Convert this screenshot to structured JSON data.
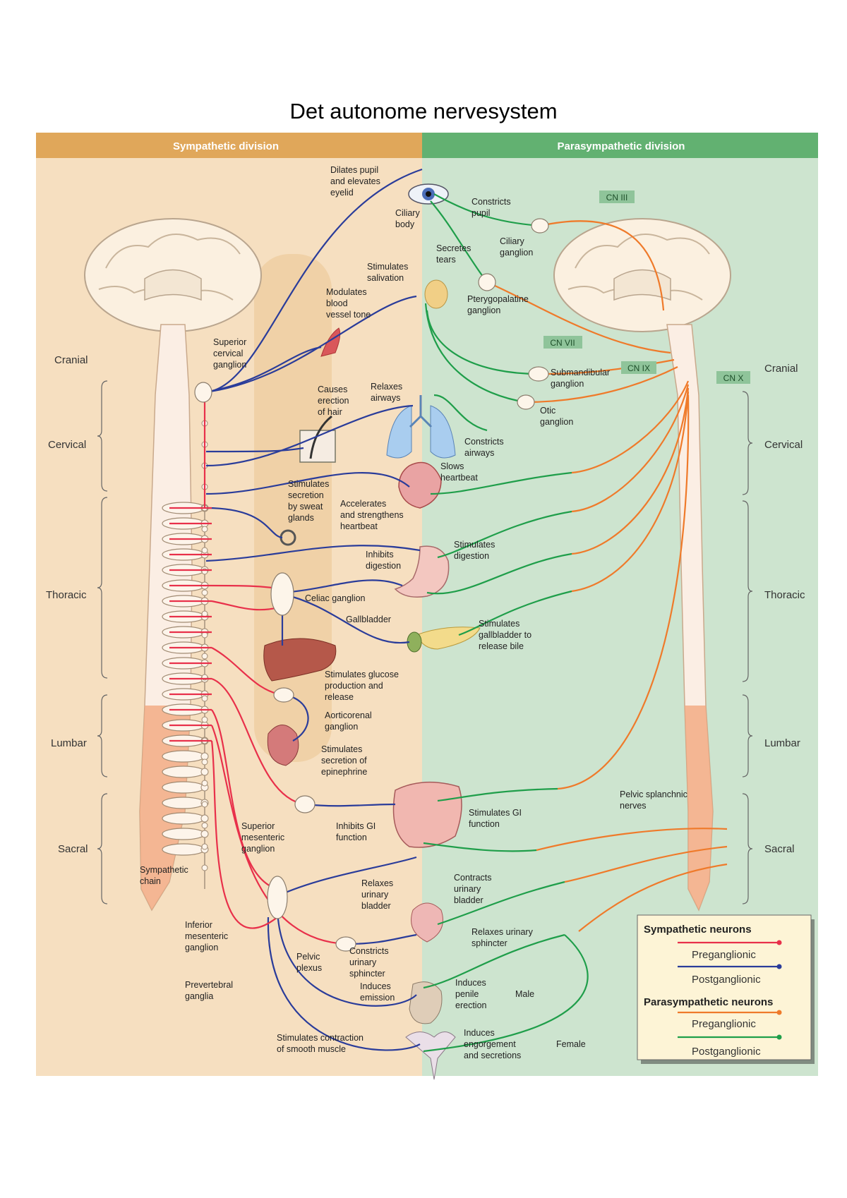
{
  "title": "Det autonome nervesystem",
  "headers": {
    "sympathetic": "Sympathetic division",
    "parasympathetic": "Parasympathetic division"
  },
  "colors": {
    "sympathetic_bg": "#f6dfc0",
    "parasympathetic_bg": "#cde4cf",
    "sympathetic_header": "#e0a75a",
    "parasympathetic_header": "#62b171",
    "sym_pre": "#e8304a",
    "sym_post": "#2a3c9a",
    "para_pre": "#ef7a2a",
    "para_post": "#1f9e4a"
  },
  "regions_left": [
    "Cranial",
    "Cervical",
    "Thoracic",
    "Lumbar",
    "Sacral"
  ],
  "regions_right": [
    "Cranial",
    "Cervical",
    "Thoracic",
    "Lumbar",
    "Sacral"
  ],
  "cranial_nerves": [
    "CN III",
    "CN VII",
    "CN IX",
    "CN X"
  ],
  "sym_labels": {
    "dilates": [
      "Dilates pupil",
      "and elevates",
      "eyelid"
    ],
    "ciliary_body": [
      "Ciliary",
      "body"
    ],
    "salivation": [
      "Stimulates",
      "salivation"
    ],
    "vessel": [
      "Modulates",
      "blood",
      "vessel tone"
    ],
    "sup_cervical": [
      "Superior",
      "cervical",
      "ganglion"
    ],
    "airways": [
      "Relaxes",
      "airways"
    ],
    "hair": [
      "Causes",
      "erection",
      "of hair"
    ],
    "sweat": [
      "Stimulates",
      "secretion",
      "by sweat",
      "glands"
    ],
    "heart": [
      "Accelerates",
      "and strengthens",
      "heartbeat"
    ],
    "digestion": [
      "Inhibits",
      "digestion"
    ],
    "celiac": "Celiac ganglion",
    "gallbladder": "Gallbladder",
    "glucose": [
      "Stimulates glucose",
      "production and",
      "release"
    ],
    "aorticorenal": [
      "Aorticorenal",
      "ganglion"
    ],
    "epinephrine": [
      "Stimulates",
      "secretion of",
      "epinephrine"
    ],
    "sup_mesenteric": [
      "Superior",
      "mesenteric",
      "ganglion"
    ],
    "inhibits_gi": [
      "Inhibits GI",
      "function"
    ],
    "chain": [
      "Sympathetic",
      "chain"
    ],
    "bladder": [
      "Relaxes",
      "urinary",
      "bladder"
    ],
    "inf_mesenteric": [
      "Inferior",
      "mesenteric",
      "ganglion"
    ],
    "pelvic": [
      "Pelvic",
      "plexus"
    ],
    "sphincter": [
      "Constricts",
      "urinary",
      "sphincter"
    ],
    "emission": [
      "Induces",
      "emission"
    ],
    "prevertebral": [
      "Prevertebral",
      "ganglia"
    ],
    "smooth": [
      "Stimulates contraction",
      "of smooth muscle"
    ]
  },
  "para_labels": {
    "pupil": [
      "Constricts",
      "pupil"
    ],
    "ciliary_ganglion": [
      "Ciliary",
      "ganglion"
    ],
    "tears": [
      "Secretes",
      "tears"
    ],
    "pterygo": [
      "Pterygopalatine",
      "ganglion"
    ],
    "submandibular": [
      "Submandibular",
      "ganglion"
    ],
    "otic": [
      "Otic",
      "ganglion"
    ],
    "airways": [
      "Constricts",
      "airways"
    ],
    "heart": [
      "Slows",
      "heartbeat"
    ],
    "digestion": [
      "Stimulates",
      "digestion"
    ],
    "gallbladder": [
      "Stimulates",
      "gallbladder to",
      "release bile"
    ],
    "gi": [
      "Stimulates GI",
      "function"
    ],
    "pelvic_nerves": [
      "Pelvic splanchnic",
      "nerves"
    ],
    "bladder": [
      "Contracts",
      "urinary",
      "bladder"
    ],
    "sphincter": [
      "Relaxes urinary",
      "sphincter"
    ],
    "erection": [
      "Induces",
      "penile",
      "erection"
    ],
    "male": "Male",
    "engorgement": [
      "Induces",
      "engorgement",
      "and secretions"
    ],
    "female": "Female"
  },
  "legend": {
    "sym_title": "Sympathetic neurons",
    "para_title": "Parasympathetic neurons",
    "pre": "Preganglionic",
    "post": "Postganglionic"
  }
}
